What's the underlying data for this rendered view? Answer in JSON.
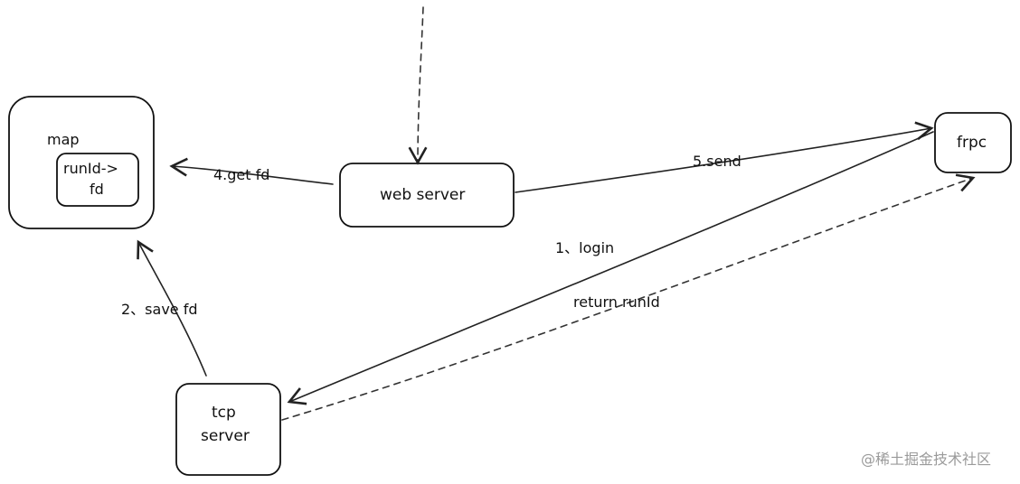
{
  "nodes": {
    "map": {
      "label": "map",
      "inner_line1": "runId->",
      "inner_line2": "fd"
    },
    "web_server": {
      "label": "web server"
    },
    "frpc": {
      "label": "frpc"
    },
    "tcp_server": {
      "line1": "tcp",
      "line2": "server"
    }
  },
  "edges": {
    "get_fd": "4.get fd",
    "send": "5.send",
    "login": "1、login",
    "return_runid": "return runId",
    "save_fd": "2、save fd"
  },
  "watermark": "@稀土掘金技术社区"
}
